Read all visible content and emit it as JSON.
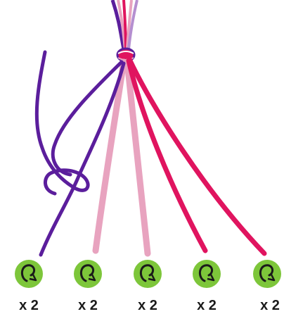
{
  "strands": [
    {
      "name": "purple-strand",
      "color": "#5b1e9c"
    },
    {
      "name": "light-pink-strand",
      "color": "#e8a3bf"
    },
    {
      "name": "light-pink-strand",
      "color": "#e8a3bf"
    },
    {
      "name": "magenta-strand",
      "color": "#e0145f"
    },
    {
      "name": "magenta-strand",
      "color": "#e0145f"
    }
  ],
  "knot_icon": {
    "icon": "forward-knot-icon",
    "color": "#7dc63a"
  },
  "counts": [
    "x 2",
    "x 2",
    "x 2",
    "x 2",
    "x 2"
  ]
}
